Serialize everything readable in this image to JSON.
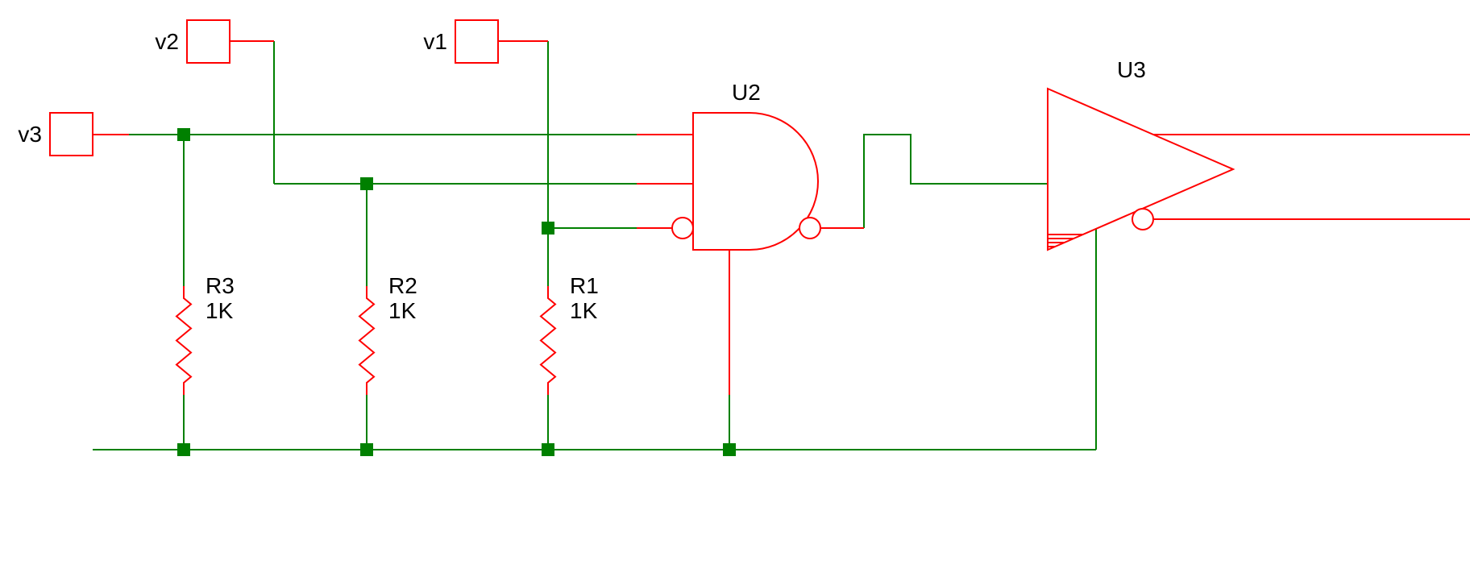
{
  "schematic": {
    "background": "#ffffff",
    "wire_color": "#008000",
    "component_color": "#ff0000",
    "text_color": "#000000"
  },
  "ports": [
    {
      "label": "v2"
    },
    {
      "label": "v1"
    },
    {
      "label": "v3"
    }
  ],
  "resistors": [
    {
      "ref": "R3",
      "value": "1K"
    },
    {
      "ref": "R2",
      "value": "1K"
    },
    {
      "ref": "R1",
      "value": "1K"
    }
  ],
  "gates": [
    {
      "ref": "U2",
      "symbol": "nand-gate-3in-inverted-input"
    },
    {
      "ref": "U3",
      "symbol": "inverting-buffer"
    }
  ]
}
